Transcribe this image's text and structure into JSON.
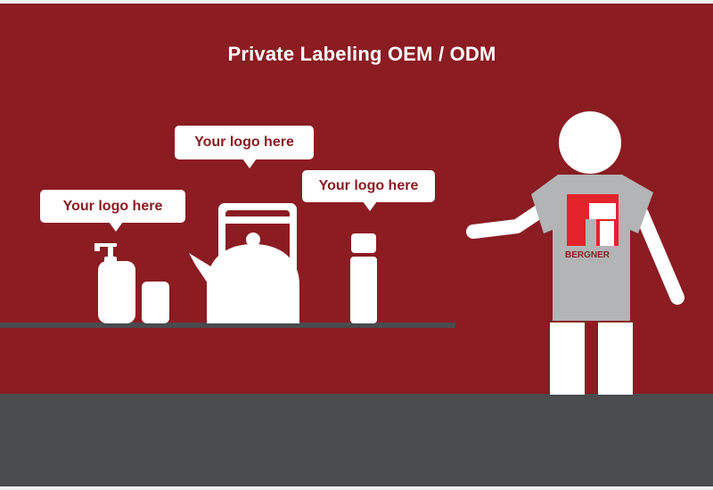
{
  "title": "Private Labeling OEM / ODM",
  "bubbles": [
    {
      "label": "Your logo here"
    },
    {
      "label": "Your logo here"
    },
    {
      "label": "Your logo here"
    }
  ],
  "brand": {
    "name": "BERGNER"
  },
  "colors": {
    "background": "#8a1c22",
    "floor": "#4b4c4e",
    "shelf": "#4a4b4d",
    "shirt": "#b3b4b5",
    "logo_red": "#e4232b",
    "figure": "#ffffff"
  },
  "icons": [
    "soap-dispenser-icon",
    "cup-icon",
    "kettle-icon",
    "thermos-flask-icon",
    "person-figure-icon"
  ]
}
